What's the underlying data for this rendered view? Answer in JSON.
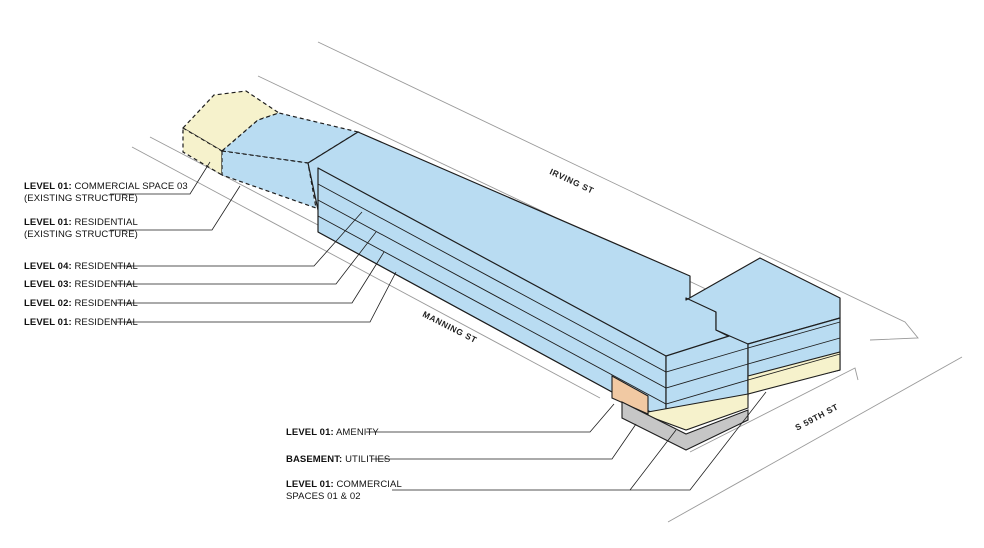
{
  "colors": {
    "residential": "#b9dcf2",
    "commercial": "#f6f2cc",
    "amenity": "#f1c9a3",
    "basement": "#c6c6c6",
    "outline": "#1e1e1e",
    "street_line": "#9a9a9a"
  },
  "streets": {
    "irving": "IRVING ST",
    "manning": "MANNING ST",
    "s59th": "S 59TH ST"
  },
  "labels": {
    "commercial03": {
      "level": "LEVEL 01:",
      "line1": "COMMERCIAL SPACE 03",
      "line2": "(EXISTING STRUCTURE)"
    },
    "residential_existing": {
      "level": "LEVEL 01:",
      "line1": "RESIDENTIAL",
      "line2": "(EXISTING STRUCTURE)"
    },
    "level04": {
      "level": "LEVEL 04:",
      "line1": "RESIDENTIAL"
    },
    "level03": {
      "level": "LEVEL 03:",
      "line1": "RESIDENTIAL"
    },
    "level02": {
      "level": "LEVEL 02:",
      "line1": "RESIDENTIAL"
    },
    "level01": {
      "level": "LEVEL 01:",
      "line1": "RESIDENTIAL"
    },
    "amenity": {
      "level": "LEVEL 01:",
      "line1": "AMENITY"
    },
    "basement": {
      "level": "BASEMENT:",
      "line1": "UTILITIES"
    },
    "commercial0102": {
      "level": "LEVEL 01:",
      "line1": "COMMERCIAL",
      "line2": "SPACES 01 & 02"
    }
  }
}
